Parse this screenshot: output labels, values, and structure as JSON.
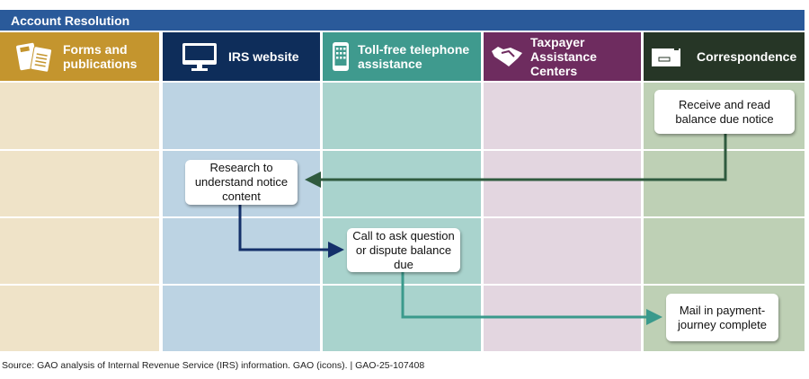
{
  "title": "Account Resolution",
  "columns": [
    {
      "label_line1": "Forms and",
      "label_line2": "publications",
      "icon": "documents-icon",
      "header_color": "#c4952e",
      "body_color": "#efe3c8"
    },
    {
      "label_line1": "IRS website",
      "label_line2": "",
      "icon": "computer-monitor-icon",
      "header_color": "#0e2d5a",
      "body_color": "#bcd3e3"
    },
    {
      "label_line1": "Toll-free telephone",
      "label_line2": "assistance",
      "icon": "mobile-phone-icon",
      "header_color": "#3f9a8e",
      "body_color": "#a9d3cd"
    },
    {
      "label_line1": "Taxpayer",
      "label_line2": "Assistance Centers",
      "icon": "handshake-icon",
      "header_color": "#6e2c5f",
      "body_color": "#e3d6e0"
    },
    {
      "label_line1": "Correspondence",
      "label_line2": "",
      "icon": "envelope-icon",
      "header_color": "#263626",
      "body_color": "#bed0b5"
    }
  ],
  "steps": [
    {
      "text": "Receive and read balance due notice",
      "column": "Correspondence"
    },
    {
      "text": "Research to understand notice content",
      "column": "IRS website"
    },
    {
      "text": "Call to ask question or dispute balance due",
      "column": "Toll-free telephone assistance"
    },
    {
      "text": "Mail in payment- journey complete",
      "column": "Correspondence"
    }
  ],
  "arrow_colors": [
    "#2f5a3e",
    "#14306a",
    "#3a9a8c"
  ],
  "source": "Source: GAO analysis of Internal Revenue Service (IRS) information. GAO (icons).  |  GAO-25-107408"
}
